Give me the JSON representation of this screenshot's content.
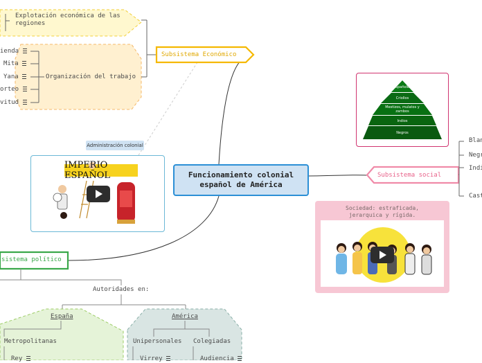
{
  "central": {
    "title": "Funcionamiento colonial español de América"
  },
  "economico": {
    "title": "Subsistema Económico",
    "explotacion": "Explotación económica de las regiones",
    "organizacion": "Organización del trabajo",
    "items": [
      "ienda",
      "Mita",
      "Yana",
      "orteo",
      "vitud"
    ]
  },
  "social": {
    "title": "Subsistema social",
    "branches": [
      "Blan",
      "Negr",
      "Indi",
      "Cast"
    ],
    "card_title": "Sociedad: estraficada, jerarquica y rígida.",
    "pyramid_levels": [
      "Españoles",
      "Criollos",
      "Mestizos, mulatos y zambos",
      "Indios",
      "Negros"
    ]
  },
  "administracion": {
    "tag": "Administración colonial",
    "image_text": "IMPERIO ESPAÑOL"
  },
  "politico": {
    "title": "sistema político",
    "autoridades": "Autoridades en:",
    "espana": {
      "title": "España",
      "metropolitanas": "Metropolitanas",
      "rey": "Rey"
    },
    "america": {
      "title": "América",
      "unipersonales": "Unipersonales",
      "colegiadas": "Colegiadas",
      "virrey": "Virrey",
      "audiencia": "Audiencia"
    }
  },
  "colors": {
    "economico": "#f5b800",
    "social": "#e8628a",
    "politico": "#3aa84a",
    "central": "#2b8fd6",
    "pyramid_top": "#0a6a14",
    "pyramid_bottom": "#0a5a10"
  }
}
